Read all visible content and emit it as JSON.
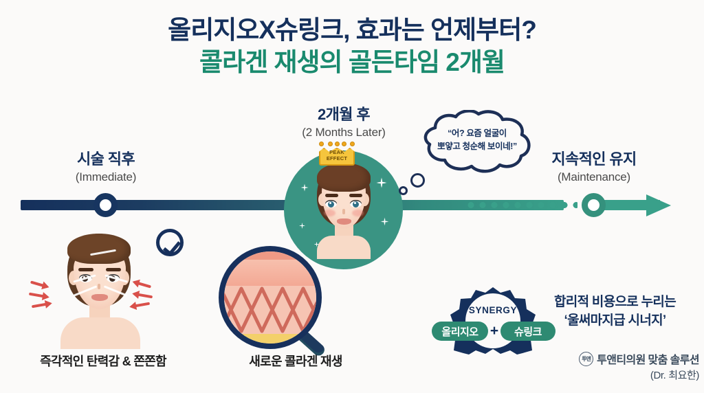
{
  "meta": {
    "background_color": "#fbfaf9",
    "navy": "#15305c",
    "green": "#1a8a6e",
    "teal": "#3a9483",
    "red": "#d9504a",
    "gold": "#f5c53d"
  },
  "title": {
    "line1": "올리지오X슈링크, 효과는 언제부터?",
    "line2": "콜라겐 재생의 골든타임 2개월"
  },
  "timeline": {
    "stages": [
      {
        "ko": "시술 직후",
        "en": "(Immediate)"
      },
      {
        "ko": "2개월 후",
        "en": "(2 Months Later)"
      },
      {
        "ko": "지속적인 유지",
        "en": "(Maintenance)"
      }
    ]
  },
  "crown": {
    "line1": "PEAK",
    "line2": "EFFECT"
  },
  "bubble": {
    "line1": "“어? 요즘 얼굴이",
    "line2": "뽀얗고 청순해 보이네!”"
  },
  "captions": {
    "left": "즉각적인 탄력감 & 쫀쫀함",
    "center": "새로운 콜라겐 재생"
  },
  "synergy": {
    "label": "SYNERGY",
    "item_a": "올리지오",
    "plus": "+",
    "item_b": "슈링크"
  },
  "right_text": {
    "line1": "합리적 비용으로 누리는",
    "line2": "‘울써마지급 시너지’"
  },
  "signature": {
    "logo_text": "투앤",
    "main": "투앤티의원 맞춤 솔루션",
    "sub": "(Dr. 최요한)"
  }
}
